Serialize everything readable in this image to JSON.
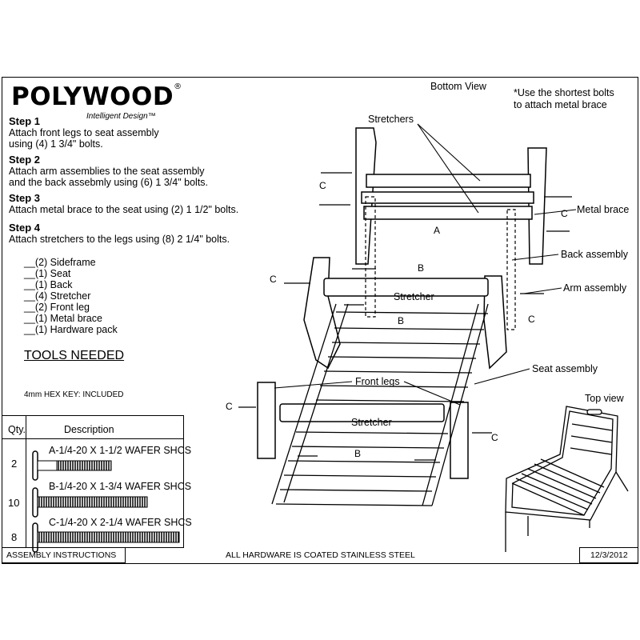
{
  "brand": {
    "logo_text": "POLYWOOD",
    "registered": "®",
    "tagline": "Intelligent Design™"
  },
  "steps": [
    {
      "title": "Step 1",
      "lines": [
        "Attach front legs to seat assembly",
        "using (4) 1 3/4\" bolts."
      ]
    },
    {
      "title": "Step 2",
      "lines": [
        "Attach arm assemblies to the seat assembly",
        "and the back assebmly using (6) 1 3/4\" bolts."
      ]
    },
    {
      "title": "Step 3",
      "lines": [
        "Attach metal brace to the seat using (2) 1 1/2\" bolts."
      ]
    },
    {
      "title": "Step 4",
      "lines": [
        "Attach stretchers to the legs using (8) 2 1/4\" bolts."
      ]
    }
  ],
  "parts_list": [
    "__(2) Sideframe",
    "__(1) Seat",
    "__(1) Back",
    "__(4) Stretcher",
    "__(2) Front leg",
    "__(1) Metal brace",
    "__(1) Hardware pack"
  ],
  "tools_heading": "TOOLS NEEDED",
  "hex_key": "4mm HEX KEY: INCLUDED",
  "hardware_table": {
    "qty_header": "Qty.",
    "desc_header": "Description",
    "rows": [
      {
        "qty": "2",
        "desc": "A-1/4-20 X 1-1/2 WAFER SHCS"
      },
      {
        "qty": "10",
        "desc": "B-1/4-20 X 1-3/4 WAFER SHCS"
      },
      {
        "qty": "8",
        "desc": "C-1/4-20 X 2-1/4 WAFER SHCS"
      }
    ]
  },
  "diagram_labels": {
    "bottom_view": "Bottom View",
    "note_line1": "*Use the shortest bolts",
    "note_line2": "to attach metal brace",
    "stretchers": "Stretchers",
    "metal_brace": "Metal brace",
    "back_assembly": "Back assembly",
    "arm_assembly": "Arm assembly",
    "seat_assembly": "Seat assembly",
    "front_legs": "Front legs",
    "stretcher": "Stretcher",
    "top_view": "Top view",
    "letter_a": "A",
    "letter_b": "B",
    "letter_c": "C"
  },
  "footer": {
    "left": "ASSEMBLY INSTRUCTIONS",
    "center": "ALL HARDWARE IS COATED STAINLESS STEEL",
    "date": "12/3/2012"
  }
}
